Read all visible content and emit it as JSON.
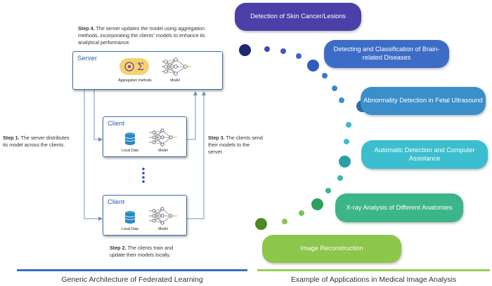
{
  "left": {
    "step4": {
      "label": "Step 4.",
      "text": "The server updates the model using aggregation methods, incorporating the clients' models to enhance its analytical performance."
    },
    "step1": {
      "label": "Step 1.",
      "text": "The server distributes its model across the clients."
    },
    "step2": {
      "label": "Step 2.",
      "text": "The clients train and update their models locally."
    },
    "step3": {
      "label": "Step 3.",
      "text": "The clients send their models to the server."
    },
    "server": {
      "title": "Server",
      "aggregation_label": "Aggregation methods",
      "model_label": "Model"
    },
    "client_top": {
      "title": "Client",
      "data_label": "Local Data",
      "model_label": "Model"
    },
    "client_bottom": {
      "title": "Client",
      "data_label": "Local Data",
      "model_label": "Model"
    },
    "footer": "Generic Architecture of Federated Learning"
  },
  "right": {
    "apps": [
      {
        "label": "Detection of Skin Cancer/Lesions",
        "color": "#4b3fa8"
      },
      {
        "label": "Detecting and Classification of Brain-related Diseases",
        "color": "#3d6cc6"
      },
      {
        "label": "Abnormality Detection in Fetal Ultrasound",
        "color": "#3a8ec9"
      },
      {
        "label": "Automatic Detection and Computer Assistance",
        "color": "#3bbfcf"
      },
      {
        "label": "X-ray Analysis of Different Anatomies",
        "color": "#3bb589"
      },
      {
        "label": "Image Reconstruction",
        "color": "#8cc64a"
      }
    ],
    "footer": "Example of Applications in Medical Image Analysis"
  },
  "colors": {
    "left_rule": "#3a6cc4",
    "right_rule": "#9acd5a",
    "connector": "#7090c8"
  }
}
